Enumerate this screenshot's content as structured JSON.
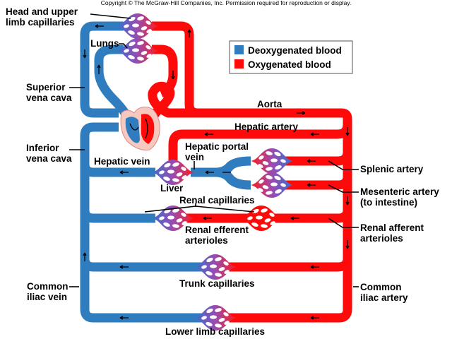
{
  "copyright": "Copyright © The McGraw-Hill Companies, Inc. Permission required for reproduction or display.",
  "legend": {
    "items": [
      {
        "label": "Deoxygenated blood",
        "color": "#2f7dbf"
      },
      {
        "label": "Oxygenated blood",
        "color": "#ff0a0a"
      }
    ]
  },
  "labels": {
    "head_upper_1": "Head and upper",
    "head_upper_2": "limb capillaries",
    "lungs": "Lungs",
    "superior_1": "Superior",
    "superior_2": "vena cava",
    "inferior_1": "Inferior",
    "inferior_2": "vena cava",
    "aorta": "Aorta",
    "hepatic_artery": "Hepatic artery",
    "hepatic_portal_1": "Hepatic portal",
    "hepatic_portal_2": "vein",
    "hepatic_vein": "Hepatic vein",
    "liver": "Liver",
    "splenic": "Splenic artery",
    "mesenteric_1": "Mesenteric artery",
    "mesenteric_2": "(to intestine)",
    "renal_caps": "Renal capillaries",
    "renal_eff_1": "Renal efferent",
    "renal_eff_2": "arterioles",
    "renal_aff_1": "Renal afferent",
    "renal_aff_2": "arterioles",
    "common_iliac_vein_1": "Common",
    "common_iliac_vein_2": "iliac vein",
    "common_iliac_artery_1": "Common",
    "common_iliac_artery_2": "iliac artery",
    "trunk": "Trunk capillaries",
    "lower_limb": "Lower limb capillaries"
  },
  "colors": {
    "vein": "#2f7dbf",
    "artery": "#ff0a0a",
    "heart_wall": "#f6c9c0"
  }
}
